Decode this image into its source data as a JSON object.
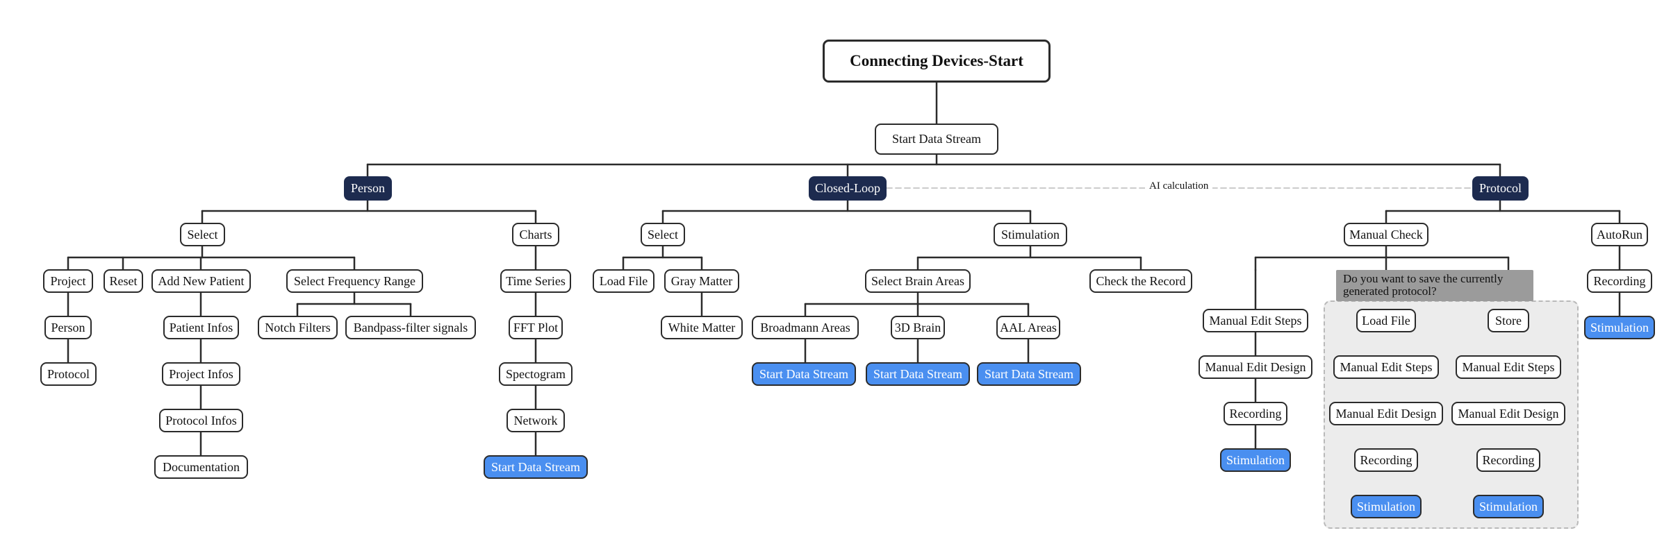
{
  "root": "Connecting Devices-Start",
  "start_stream": "Start Data Stream",
  "person": {
    "label": "Person",
    "select": {
      "label": "Select",
      "project": {
        "label": "Project",
        "person": "Person",
        "protocol": "Protocol"
      },
      "reset": "Reset",
      "add_patient": {
        "label": "Add New Patient",
        "chain": [
          "Patient Infos",
          "Project Infos",
          "Protocol Infos",
          "Documentation"
        ]
      },
      "frequency": {
        "label": "Select Frequency Range",
        "notch": "Notch Filters",
        "bandpass": "Bandpass-filter signals"
      }
    },
    "charts": {
      "label": "Charts",
      "chain": [
        "Time Series",
        "FFT Plot",
        "Spectogram",
        "Network",
        "Start Data Stream"
      ]
    }
  },
  "closed_loop": {
    "label": "Closed-Loop",
    "edge_label": "AI calculation",
    "select": {
      "label": "Select",
      "load_file": "Load File",
      "gray_matter": "Gray Matter",
      "white_matter": "White Matter"
    },
    "stimulation": {
      "label": "Stimulation",
      "brain_areas": {
        "label": "Select Brain Areas",
        "broadmann": "Broadmann Areas",
        "brain3d": "3D Brain",
        "aal": "AAL Areas",
        "stream": "Start Data Stream"
      },
      "check_record": "Check the Record"
    }
  },
  "protocol": {
    "label": "Protocol",
    "manual_check": {
      "label": "Manual Check",
      "left_chain": [
        "Manual Edit Steps",
        "Manual Edit Design",
        "Recording",
        "Stimulation"
      ],
      "question": "Do you want to save the currently generated protocol?",
      "load_file": {
        "label": "Load File",
        "chain": [
          "Manual Edit Steps",
          "Manual Edit Design",
          "Recording",
          "Stimulation"
        ]
      },
      "store": {
        "label": "Store",
        "chain": [
          "Manual Edit Steps",
          "Manual Edit Design",
          "Recording",
          "Stimulation"
        ]
      }
    },
    "autorun": {
      "label": "AutoRun",
      "chain": [
        "Recording",
        "Stimulation"
      ]
    }
  }
}
